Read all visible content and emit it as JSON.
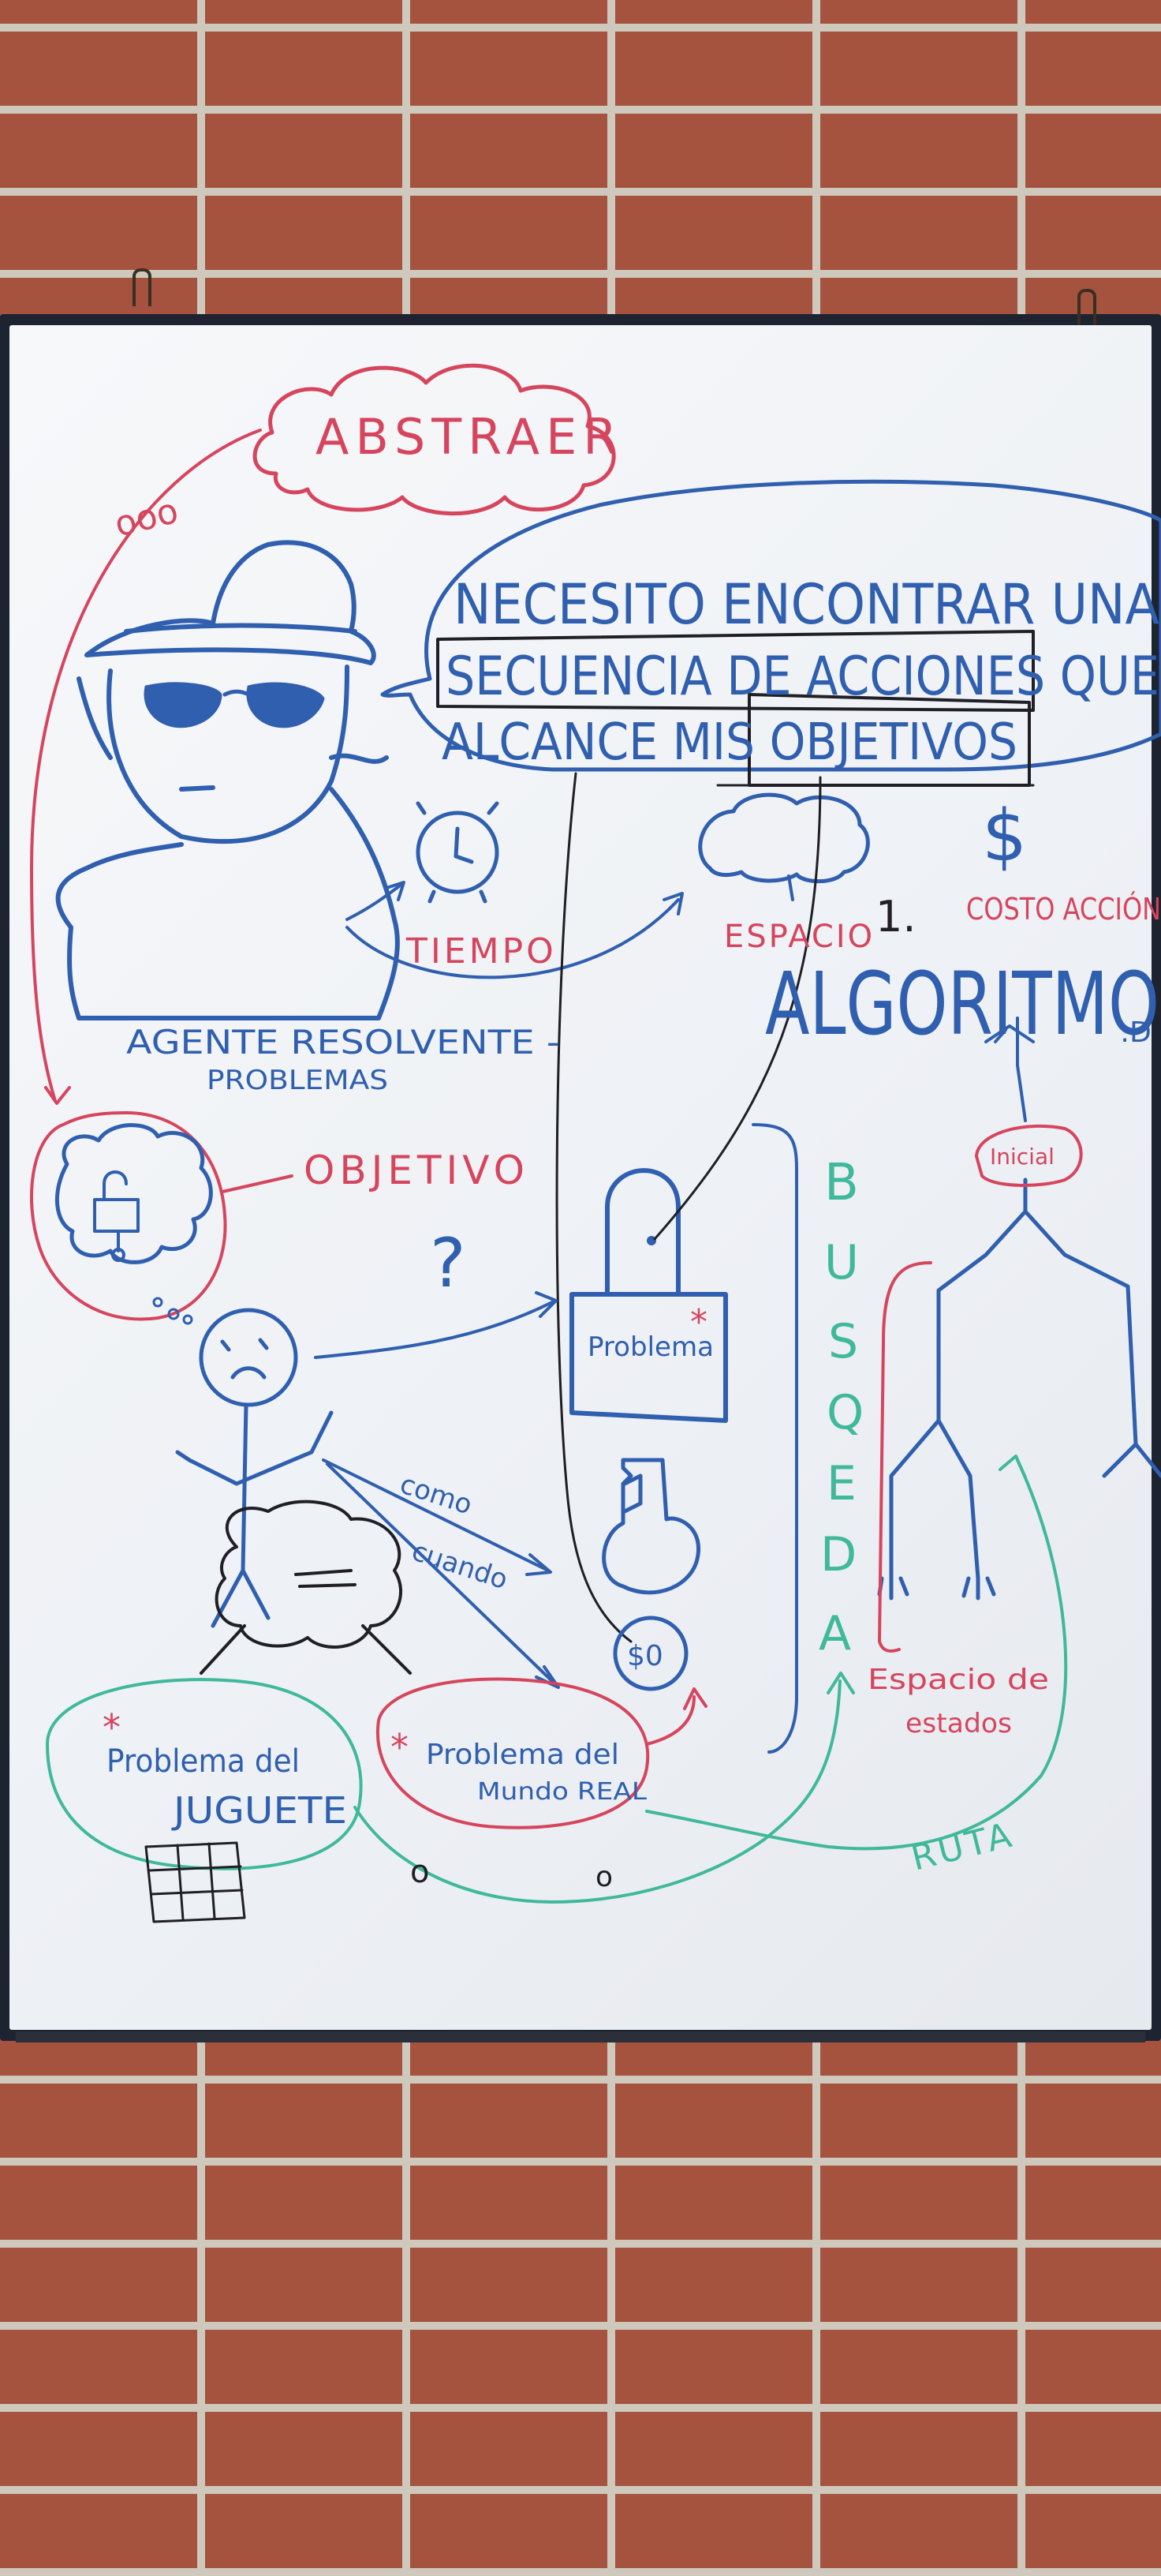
{
  "colors": {
    "blue_marker": "#2f5fae",
    "red_marker": "#d6455e",
    "green_marker": "#3fb99a",
    "black_marker": "#1f1f25",
    "board": "#f2f4f7"
  },
  "board": {
    "cloud_abstraer": "ABSTRAER",
    "ooo_thought": "ooo",
    "speech_line1": "NECESITO ENCONTRAR UNA",
    "speech_line2": "SECUENCIA DE ACCIONES QUE",
    "speech_line3": "ALCANCE MIS OBJETIVOS",
    "tiempo": "TIEMPO",
    "espacio": "ESPACIO",
    "numero_1": "1.",
    "costo_accion": "COSTO ACCIÓN",
    "dollar": "$",
    "algoritmo": "ALGORITMO",
    "smiley": ":D",
    "agente_line1": "AGENTE RESOLVENTE -",
    "agente_line2": "PROBLEMAS",
    "objetivo": "OBJETIVO",
    "question": "?",
    "problema_label": "Problema",
    "como": "como",
    "cuando": "cuando",
    "key_money": "$0",
    "busqueda_letters": [
      "B",
      "U",
      "S",
      "Q",
      "E",
      "D",
      "A"
    ],
    "inicial": "Inicial",
    "espacio_estados_line1": "Espacio de",
    "espacio_estados_line2": "estados",
    "ruta": "RUTA",
    "problema_juguete_line1": "Problema del",
    "problema_juguete_line2": "JUGUETE",
    "problema_mundo_line1": "Problema del",
    "problema_mundo_line2": "Mundo REAL",
    "asterisk": "*",
    "small_o": "o"
  }
}
